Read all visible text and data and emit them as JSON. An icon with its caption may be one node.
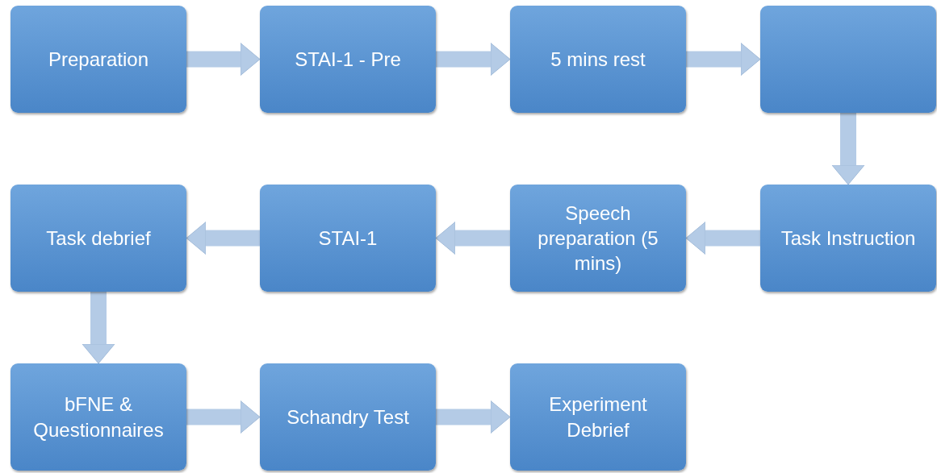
{
  "diagram": {
    "nodes": [
      {
        "text": [
          "Preparation"
        ]
      },
      {
        "text": [
          "STAI-1 - Pre"
        ]
      },
      {
        "text": [
          "5 mins rest"
        ]
      },
      {
        "text": [],
        "shape": "box"
      },
      {
        "text": [
          "Task debrief"
        ]
      },
      {
        "text": [
          "STAI-1"
        ]
      },
      {
        "text": [
          "Speech preparation (5 mins)"
        ]
      },
      {
        "text": [
          "Task Instruction"
        ]
      },
      {
        "text": [
          "bFNE & Questionnaires"
        ]
      },
      {
        "text": [
          "Schandry Test"
        ]
      },
      {
        "text": [
          "Experiment Debrief"
        ]
      }
    ],
    "edges": [
      {
        "from": 0,
        "to": 1,
        "arrow": "to"
      },
      {
        "from": 1,
        "to": 2,
        "arrow": "to"
      },
      {
        "from": 2,
        "to": 3,
        "arrow": "to"
      },
      {
        "from": 3,
        "to": 7,
        "arrow": "to"
      },
      {
        "from": 7,
        "to": 6,
        "arrow": "to"
      },
      {
        "from": 6,
        "to": 5,
        "arrow": "to"
      },
      {
        "from": 5,
        "to": 4,
        "arrow": "to"
      },
      {
        "from": 4,
        "to": 8,
        "arrow": "to"
      },
      {
        "from": 8,
        "to": 9,
        "arrow": "to"
      },
      {
        "from": 9,
        "to": 10,
        "arrow": "to"
      }
    ]
  }
}
